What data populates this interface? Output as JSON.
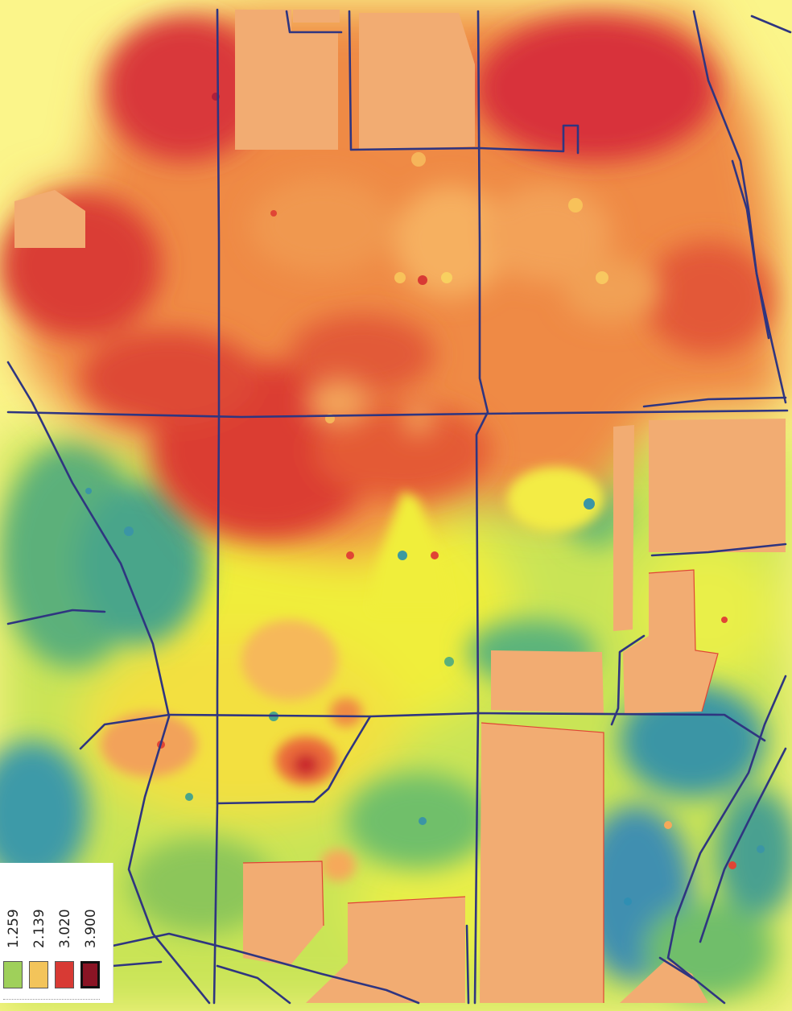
{
  "map": {
    "colors": {
      "paper": "#fbf58a",
      "yellow": "#f0ee3a",
      "lightyellow": "#f6f36a",
      "orange_light": "#f6a95a",
      "orange": "#ef8a45",
      "orange_red": "#ea6a3a",
      "red": "#e04535",
      "deep_red": "#c9262d",
      "green_light": "#bde25a",
      "green": "#8ccc5a",
      "teal": "#4fb08a",
      "blue": "#2f8fb3",
      "parcel": "#f2ac72",
      "road": "#2f3580"
    }
  },
  "legend": {
    "items": [
      {
        "label": "1.259",
        "color": "#9fd05a"
      },
      {
        "label": "2.139",
        "color": "#f3c45a"
      },
      {
        "label": "3.020",
        "color": "#d83a34"
      },
      {
        "label": "3.900",
        "color": "#8a1424"
      }
    ]
  }
}
